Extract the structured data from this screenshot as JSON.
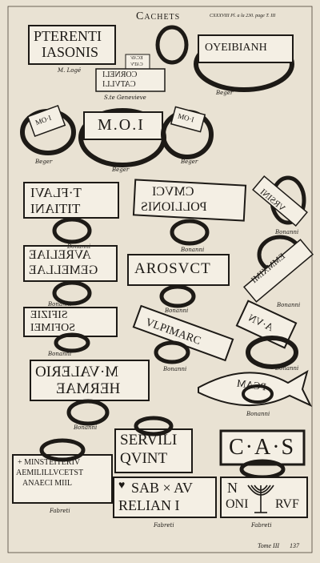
{
  "header": {
    "title": "Cachets",
    "plate_ref": "CXXXVIII Pl. a la 230. page T. III"
  },
  "footer": {
    "volume": "Tome III",
    "page": "137"
  },
  "items": {
    "pterenti": {
      "line1": "PTERENTI",
      "line2": "IASONIS",
      "source": "M. Logé"
    },
    "catulli": {
      "line1": "CORNELI",
      "line2": "CATVLLI",
      "source": "S.te Genevieve"
    },
    "small_stamp": {
      "line1": "ECAV",
      "line2": "CATV"
    },
    "oyeibianh": {
      "text": "OYEIBIANH",
      "source": "Beger"
    },
    "ring_left": {
      "text": "MO·I",
      "source": "Beger"
    },
    "moi": {
      "text": "M.O.I",
      "source": "Beger"
    },
    "ring_right": {
      "text": "MO·I",
      "source": "Beger"
    },
    "flavi": {
      "line1": "T·FLAVI",
      "line2": "TITIANI",
      "source": "Bonanni"
    },
    "pollionis": {
      "line1": "CMVCI",
      "line2": "POLLIONIS",
      "source": "Bonanni"
    },
    "rsini": {
      "text": "VRSINI",
      "source": "Bonanni"
    },
    "aureliae": {
      "line1": "AVRELIAE",
      "line2": "GEMELLAE",
      "source": "Bonanni"
    },
    "arosuct": {
      "text": "AROSVCT",
      "source": "Bonanni"
    },
    "emmximi": {
      "text": "EMMXIMI",
      "source": "Bonanni"
    },
    "sifizie": {
      "line1": "SIFIZIE",
      "line2": "SOFIMEI",
      "source": "Bonanni"
    },
    "ulpimarc": {
      "text": "VLPIMARC",
      "source": "Bonanni"
    },
    "avn": {
      "text": "A·VN",
      "source": "Bonanni"
    },
    "valerio": {
      "line1": "M·VALERIO",
      "line2": "HERMAE",
      "source": "Bonanni"
    },
    "pcam": {
      "text": "PCAM",
      "source": "Bonanni"
    },
    "minsteit": {
      "line1": "+ MINSTEITERIV",
      "line2": "AEMILILLVCETST",
      "line3": "ANAECI MIIL",
      "source": "Fabreti"
    },
    "servili": {
      "line1": "SERVILI",
      "line2": "QVINT",
      "source": "Fabreti"
    },
    "sab": {
      "line1": "SAB × AV",
      "line2": "RELIAN I",
      "source": "Fabreti"
    },
    "cas": {
      "text": "C·A·S",
      "source": "Fabreti"
    },
    "menorah": {
      "left": "N",
      "left2": "ONI",
      "right": "RVF",
      "source": "Fabreti"
    }
  }
}
